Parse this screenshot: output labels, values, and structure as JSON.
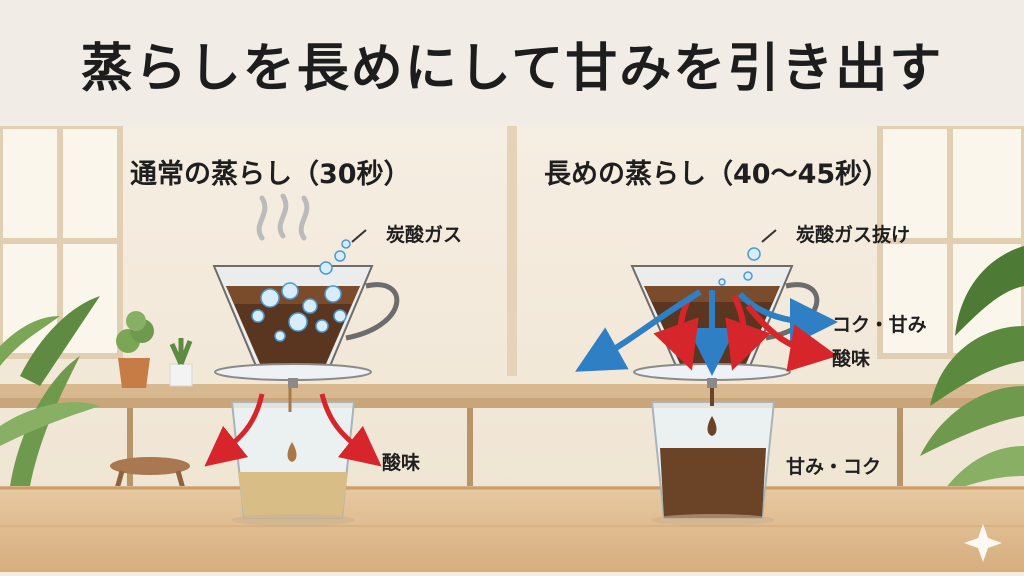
{
  "title": "蒸らしを長めにして甘みを引き出す",
  "left": {
    "heading": "通常の蒸らし（30秒）",
    "gas_label": "炭酸ガス",
    "result_label": "酸味"
  },
  "right": {
    "heading": "長めの蒸らし（40〜45秒）",
    "gas_label": "炭酸ガス抜け",
    "kokuamami_label": "コク・甘み",
    "acid_label": "酸味",
    "result_label": "甘み・コク"
  },
  "colors": {
    "red_arrow": "#d6262b",
    "blue_arrow": "#2f7fc4",
    "coffee": "#5a3620",
    "brew": "#6b4327"
  }
}
